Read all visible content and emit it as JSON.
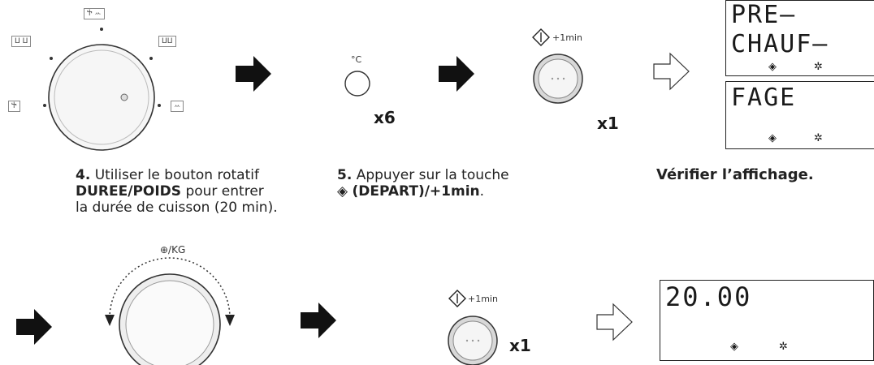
{
  "dial_labels": {
    "top": "Ⴕ ꕀ",
    "upper_left": "ⵡ ⵡ",
    "upper_right": "ⵡⵡ",
    "lower_left": "Ⴕ",
    "lower_right": "ꕀ"
  },
  "temp_button": {
    "label": "°C",
    "multiplier": "x6"
  },
  "start_button_1": {
    "label": "+1min",
    "multiplier": "x1"
  },
  "start_button_2": {
    "label": "+1min",
    "multiplier": "x1"
  },
  "display_1": {
    "line1": "PRE–",
    "line2": "CHAUF–"
  },
  "display_2": {
    "line1": "FAGE"
  },
  "display_3": {
    "line1": "20.00"
  },
  "steps": {
    "step4_number": "4.",
    "step4_text_a": "Utiliser le bouton rotatif",
    "step4_bold": "DUREE/POIDS",
    "step4_text_b": " pour entrer",
    "step4_text_c": "la durée de cuisson (20 min).",
    "step5_number": "5.",
    "step5_text_a": "Appuyer sur la touche",
    "step5_bold": "(DEPART)/+1min",
    "step5_tail": ".",
    "verify": "Vérifier l’affichage."
  },
  "timer_dial_label": "⊕/KG"
}
